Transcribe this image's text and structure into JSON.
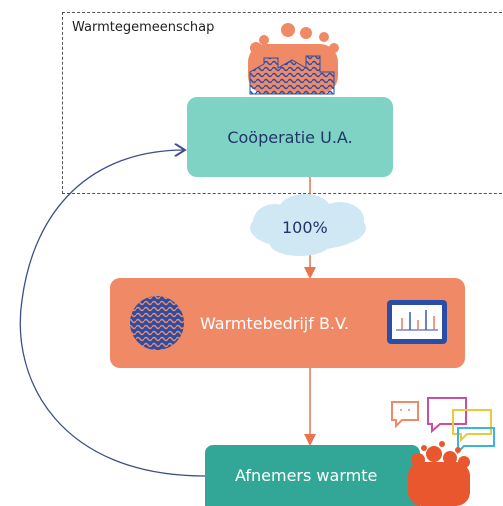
{
  "community": {
    "label": "Warmtegemeenschap"
  },
  "cooperative": {
    "label": "Coöperatie U.A."
  },
  "ownership": {
    "label": "100%"
  },
  "company": {
    "label": "Warmtebedrijf B.V."
  },
  "customers": {
    "label": "Afnemers warmte"
  },
  "colors": {
    "teal": "#7fd3c4",
    "orange": "#f08a66",
    "darkTeal": "#33a797",
    "navy": "#22346a",
    "cloud": "#cfe8f3",
    "arrowOrange": "#e8734d"
  }
}
